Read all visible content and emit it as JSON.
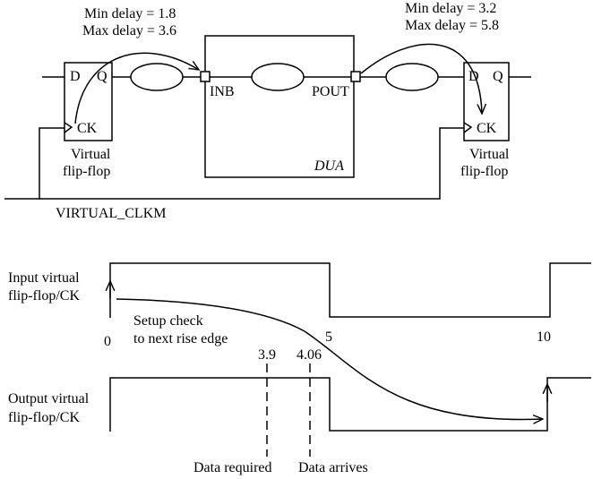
{
  "top": {
    "left_delay": {
      "min": "Min delay = 1.8",
      "max": "Max delay = 3.6"
    },
    "right_delay": {
      "min": "Min delay = 3.2",
      "max": "Max delay = 5.8"
    },
    "left_ff": {
      "d": "D",
      "q": "Q",
      "ck": "CK",
      "caption": [
        "Virtual",
        "flip-flop"
      ]
    },
    "right_ff": {
      "d": "D",
      "q": "Q",
      "ck": "CK",
      "caption": [
        "Virtual",
        "flip-flop"
      ]
    },
    "dua": {
      "name": "DUA",
      "in_port": "INB",
      "out_port": "POUT"
    },
    "clock_name": "VIRTUAL_CLKM"
  },
  "timing": {
    "input_label": [
      "Input virtual",
      "flip-flop/CK"
    ],
    "output_label": [
      "Output virtual",
      "flip-flop/CK"
    ],
    "setup_note": [
      "Setup check",
      "to next rise edge"
    ],
    "time_marks": {
      "t0": "0",
      "t5": "5",
      "t10": "10"
    },
    "required_value": "3.9",
    "arrival_value": "4.06",
    "required_label": "Data required",
    "arrival_label": "Data arrives"
  }
}
